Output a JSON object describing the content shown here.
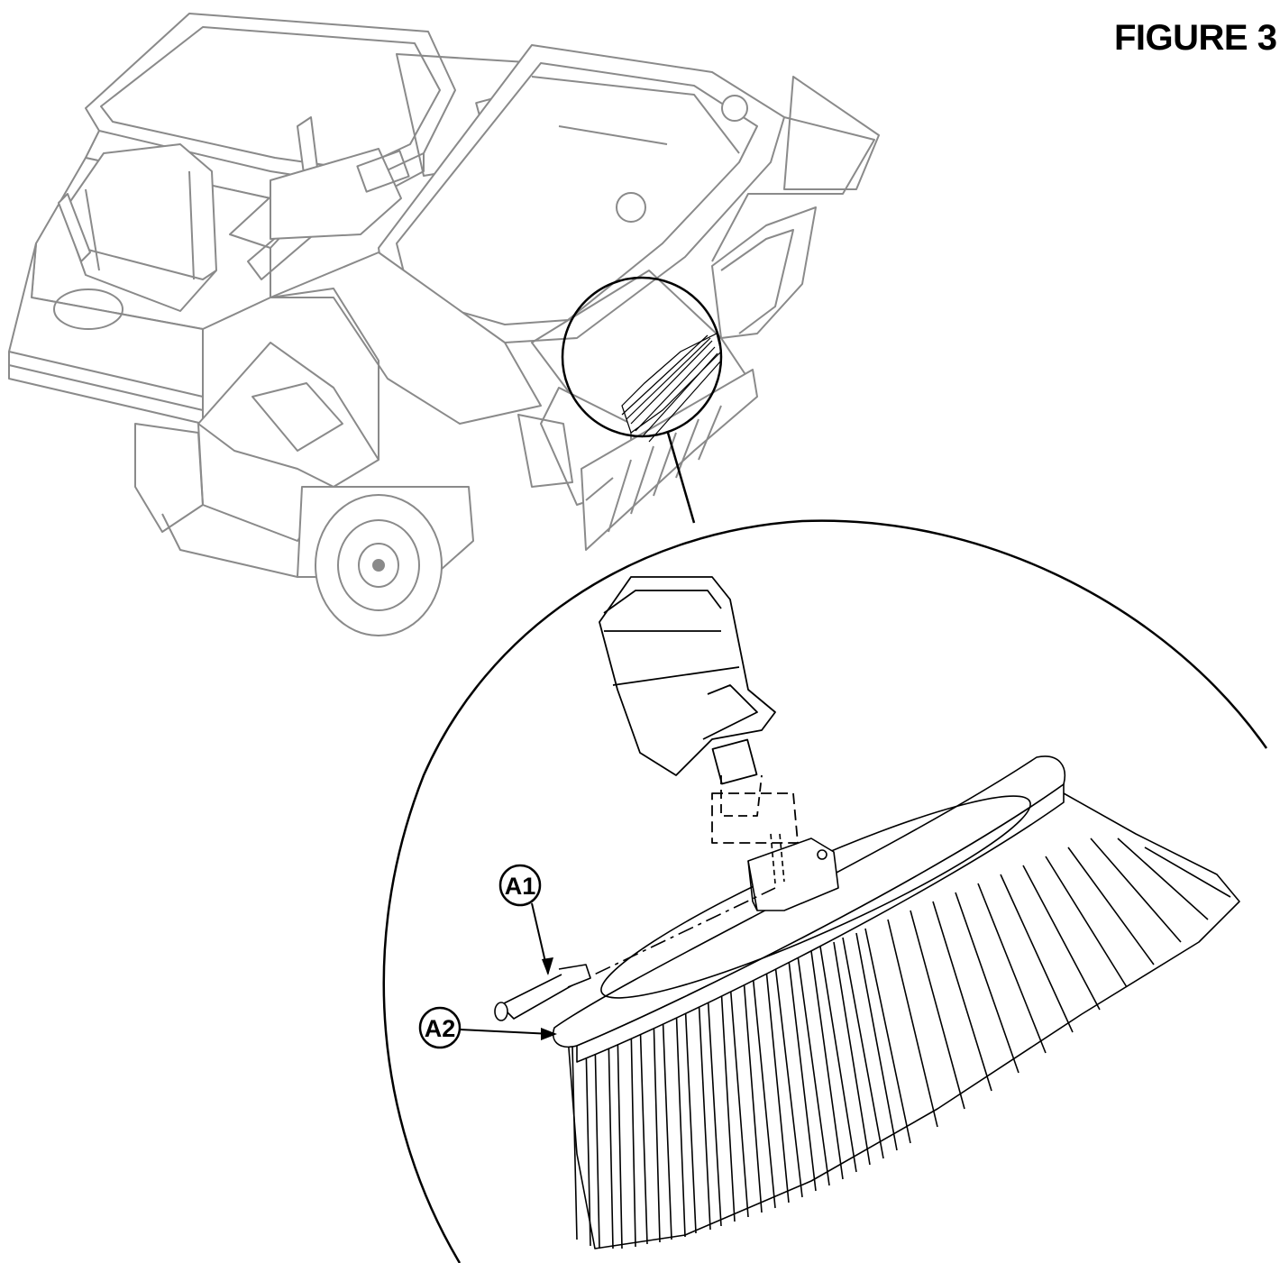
{
  "figure": {
    "title": "FIGURE 3"
  },
  "callouts": [
    {
      "id": "A1",
      "label": "A1"
    },
    {
      "id": "A2",
      "label": "A2"
    }
  ],
  "colors": {
    "line": "#000000",
    "light_line": "#8a8a8a",
    "background": "#ffffff"
  }
}
